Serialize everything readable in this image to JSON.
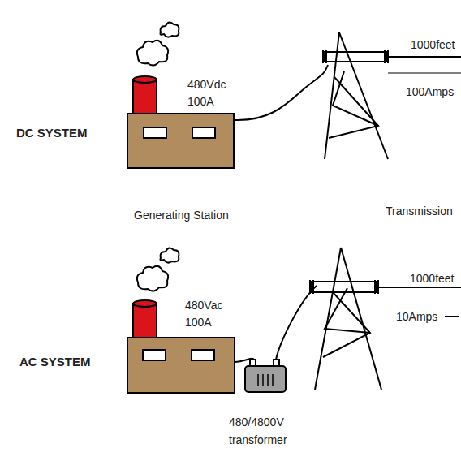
{
  "diagram": {
    "labels": [
      "DC SYSTEM",
      "480Vdc",
      "100A",
      "1000feet",
      "100Amps",
      "Generating Station",
      "Transmission",
      "AC SYSTEM",
      "480Vac",
      "100A",
      "1000feet",
      "10Amps",
      "480/4800V",
      "transformer"
    ]
  }
}
